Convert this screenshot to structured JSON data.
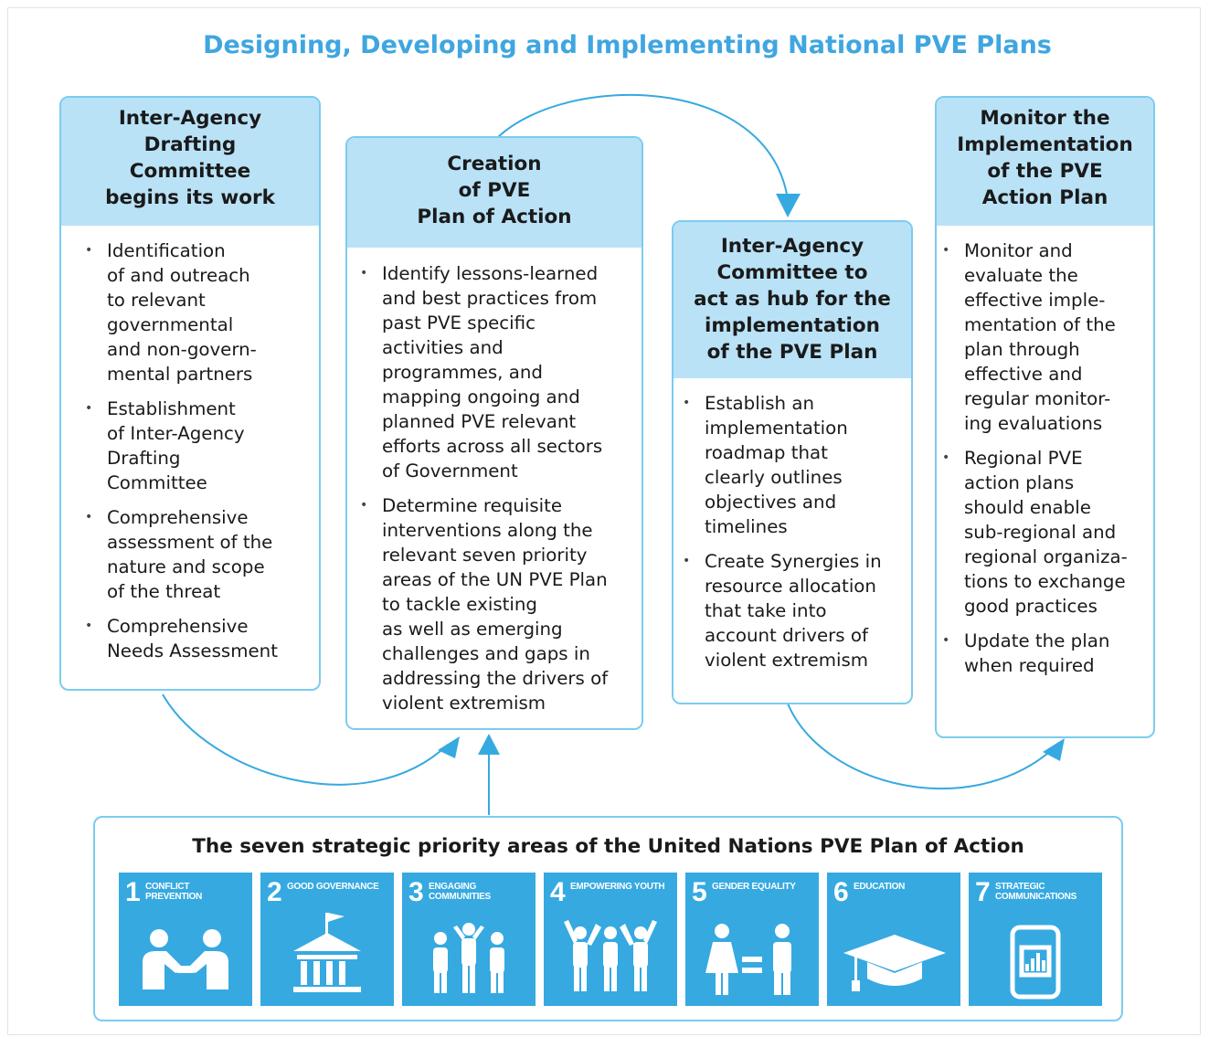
{
  "title": "Designing, Developing and Implementing National PVE Plans",
  "cards": [
    {
      "heading": [
        "Inter-Agency",
        "Drafting",
        "Committee",
        "begins its work"
      ],
      "bullets": [
        [
          "Identification",
          "of and outreach",
          "to relevant",
          "governmental",
          "and non-govern-",
          "mental partners"
        ],
        [
          "Establishment",
          "of Inter-Agency",
          "Drafting",
          "Committee"
        ],
        [
          "Comprehensive",
          "assessment of the",
          "nature and scope",
          "of the threat"
        ],
        [
          "Comprehensive",
          "Needs Assessment"
        ]
      ]
    },
    {
      "heading": [
        "Creation",
        "of PVE",
        "Plan of Action"
      ],
      "bullets": [
        [
          "Identify lessons-learned",
          "and best practices from",
          "past PVE specific",
          "activities and",
          "programmes, and",
          "mapping ongoing and",
          "planned PVE relevant",
          "efforts across all sectors",
          "of Government"
        ],
        [
          "Determine requisite",
          "interventions along the",
          "relevant seven priority",
          "areas of the UN PVE Plan",
          "to tackle existing",
          "as well as emerging",
          "challenges and gaps in",
          "addressing the drivers of",
          "violent extremism"
        ]
      ]
    },
    {
      "heading": [
        "Inter-Agency",
        "Committee to",
        "act as hub for the",
        "implementation",
        "of the PVE Plan"
      ],
      "bullets": [
        [
          "Establish an",
          "implementation",
          "roadmap that",
          "clearly outlines",
          "objectives and",
          "timelines"
        ],
        [
          "Create Synergies in",
          "resource allocation",
          "that take into",
          "account drivers of",
          "violent extremism"
        ]
      ]
    },
    {
      "heading": [
        "Monitor the",
        "Implementation",
        "of the PVE",
        "Action Plan"
      ],
      "bullets": [
        [
          "Monitor and",
          "evaluate the",
          "effective imple-",
          "mentation of the",
          "plan through",
          "effective and",
          "regular monitor-",
          "ing evaluations"
        ],
        [
          "Regional PVE",
          "action plans",
          "should enable",
          "sub-regional and",
          "regional organiza-",
          "tions to exchange",
          "good practices"
        ],
        [
          "Update the plan",
          "when required"
        ]
      ]
    }
  ],
  "priorities": {
    "title": "The seven strategic priority areas of the United Nations PVE Plan of Action",
    "tiles": [
      {
        "num": "1",
        "label": "CONFLICT PREVENTION",
        "icon": "handshake-icon"
      },
      {
        "num": "2",
        "label": "GOOD GOVERNANCE",
        "icon": "government-building-icon"
      },
      {
        "num": "3",
        "label": "ENGAGING COMMUNITIES",
        "icon": "community-people-icon"
      },
      {
        "num": "4",
        "label": "EMPOWERING YOUTH",
        "icon": "youth-cheering-icon"
      },
      {
        "num": "5",
        "label": "GENDER EQUALITY",
        "icon": "gender-equality-icon"
      },
      {
        "num": "6",
        "label": "EDUCATION",
        "icon": "graduation-cap-icon"
      },
      {
        "num": "7",
        "label": "STRATEGIC COMMUNICATIONS",
        "icon": "tablet-chart-icon"
      }
    ],
    "tile_color": "#36a9e1"
  },
  "colors": {
    "accent": "#3fa6e0",
    "card_border": "#7ccbef",
    "card_header": "#b9e2f7"
  }
}
